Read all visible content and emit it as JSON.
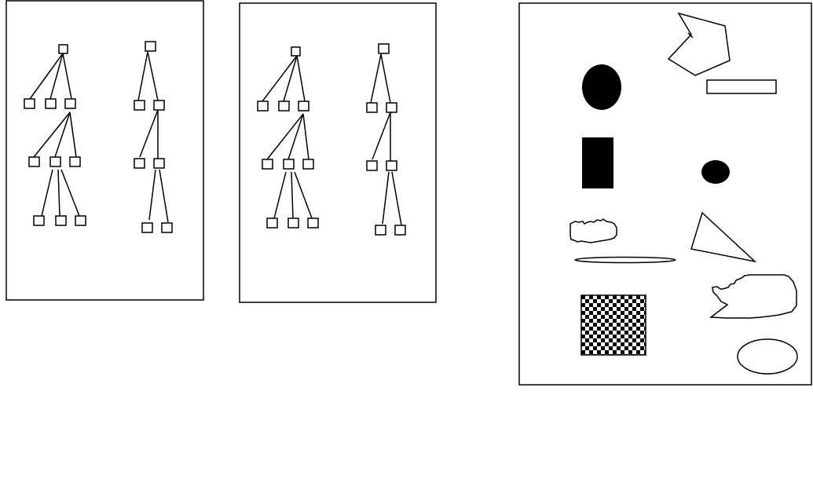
{
  "diagram": {
    "panels": [
      {
        "id": "left-tree-panel",
        "type": "tree-pair",
        "trees": [
          {
            "name": "tree-a",
            "levels": [
              1,
              3,
              3,
              3
            ]
          },
          {
            "name": "tree-b",
            "levels": [
              1,
              2,
              2,
              2
            ]
          }
        ]
      },
      {
        "id": "middle-tree-panel",
        "type": "tree-pair",
        "trees": [
          {
            "name": "tree-c",
            "levels": [
              1,
              3,
              3,
              3
            ]
          },
          {
            "name": "tree-d",
            "levels": [
              1,
              2,
              2,
              2
            ]
          }
        ]
      },
      {
        "id": "shape-panel",
        "type": "shape-collection",
        "shapes": [
          {
            "name": "filled-ellipse-large",
            "kind": "ellipse",
            "fill": "#000000"
          },
          {
            "name": "pentagon-outline",
            "kind": "polygon",
            "fill": "none"
          },
          {
            "name": "rectangle-outline",
            "kind": "rectangle",
            "fill": "none"
          },
          {
            "name": "filled-rectangle",
            "kind": "rectangle",
            "fill": "#000000"
          },
          {
            "name": "filled-ellipse-small",
            "kind": "ellipse",
            "fill": "#000000"
          },
          {
            "name": "irregular-blob-small",
            "kind": "freeform",
            "fill": "none"
          },
          {
            "name": "triangle-outline",
            "kind": "triangle",
            "fill": "none"
          },
          {
            "name": "flat-ellipse",
            "kind": "ellipse",
            "fill": "none"
          },
          {
            "name": "irregular-blob-large",
            "kind": "freeform",
            "fill": "none"
          },
          {
            "name": "checkerboard-rectangle",
            "kind": "pattern",
            "fill": "checkerboard"
          },
          {
            "name": "ellipse-outline",
            "kind": "ellipse",
            "fill": "none"
          }
        ]
      }
    ],
    "colors": {
      "stroke": "#000000",
      "background": "#ffffff",
      "fill": "#000000"
    }
  }
}
